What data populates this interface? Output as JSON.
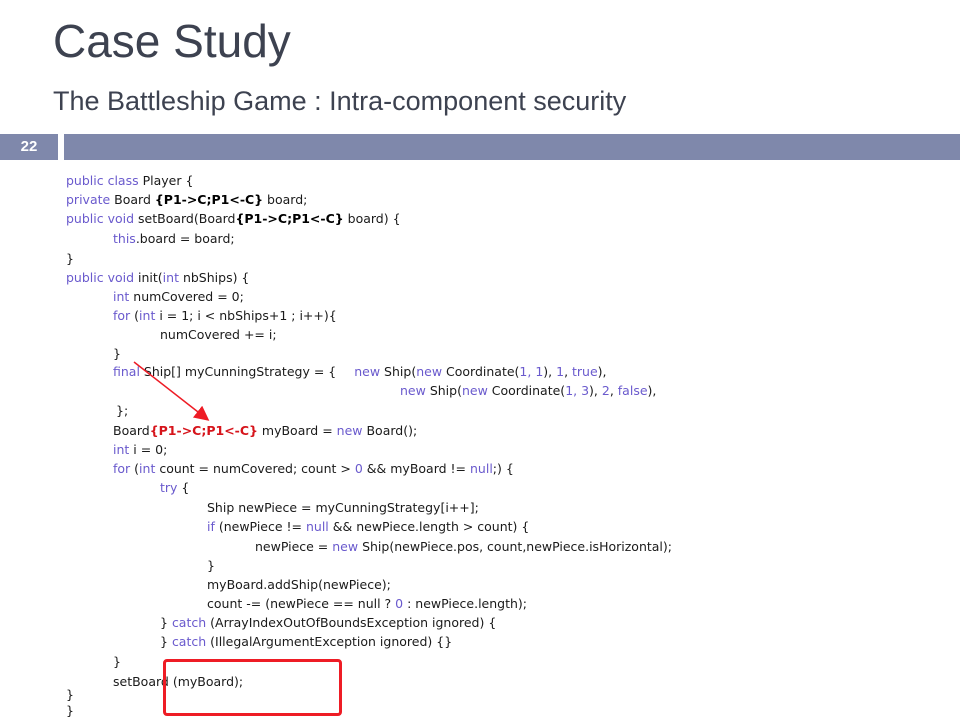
{
  "slide": {
    "title": "Case Study",
    "subtitle": "The Battleship Game : Intra-component security",
    "page_number": "22"
  },
  "code": {
    "l1": {
      "a": "public class",
      "b": " Player {"
    },
    "l2": {
      "a": "private",
      "b": " Board ",
      "label": "{P1->C;P1<-C}",
      "c": " board;"
    },
    "l3": {
      "a": "public void",
      "b": " setBoard(Board",
      "label": "{P1->C;P1<-C}",
      "c": " board) {"
    },
    "l4": {
      "a": "this",
      "b": ".board = board;"
    },
    "l5": {
      "a": "}"
    },
    "l6": {
      "a": "public void",
      "b": " init(",
      "c": "int",
      "d": " nbShips) {"
    },
    "l7": {
      "a": "int",
      "b": " numCovered = 0;"
    },
    "l8": {
      "a": "for",
      "b": " (",
      "c": "int",
      "d": " i = 1; i < nbShips+1 ; i++){"
    },
    "l9": {
      "a": "numCovered += i;"
    },
    "l10": {
      "a": "}"
    },
    "l11": {
      "a": "final",
      "b": " Ship[] myCunningStrategy = {",
      "c": "new",
      "d": " Ship(",
      "e": "new",
      "f": " Coordinate(",
      "g": "1, 1",
      "h": "), ",
      "i": "1",
      "j": ", ",
      "k": "true",
      "l": "),"
    },
    "l12": {
      "a": "new",
      "b": " Ship(",
      "c": "new",
      "d": " Coordinate(",
      "e": "1, 3",
      "f": "), ",
      "g": "2",
      "h": ", ",
      "i": "false",
      "j": "),"
    },
    "l13": {
      "a": "};"
    },
    "l14": {
      "a": "Board",
      "label": "{P1->C;P1<-C}",
      "b": " myBoard = ",
      "c": "new",
      "d": " Board();"
    },
    "l15": {
      "a": "int",
      "b": " i = ",
      "c": "0",
      "d": ";"
    },
    "l16": {
      "a": "for",
      "b": " (",
      "c": "int",
      "d": " count = numCovered; count > ",
      "e": "0",
      "f": " && myBoard != ",
      "g": "null",
      "h": ";) {"
    },
    "l17": {
      "a": "try",
      "b": " {"
    },
    "l18": {
      "a": "Ship newPiece = myCunningStrategy[i++];"
    },
    "l19": {
      "a": "if",
      "b": " (newPiece != ",
      "c": "null",
      "d": " && newPiece.length > count) {"
    },
    "l20": {
      "a": "newPiece = ",
      "b": "new",
      "c": " Ship(newPiece.pos, count,newPiece.isHorizontal);"
    },
    "l21": {
      "a": "}"
    },
    "l22": {
      "a": "myBoard.addShip(newPiece);"
    },
    "l23": {
      "a": "count -= (newPiece == null ? ",
      "b": "0",
      "c": " : newPiece.length);"
    },
    "l24": {
      "a": "} ",
      "b": "catch",
      "c": " (ArrayIndexOutOfBoundsException ignored) {"
    },
    "l25": {
      "a": "} ",
      "b": "catch",
      "c": " (IllegalArgumentException ignored) {}"
    },
    "l26": {
      "a": "}"
    },
    "l27": {
      "a": "setBoard (myBoard);"
    },
    "l28": {
      "a": "}"
    },
    "l29": {
      "a": "}"
    }
  },
  "colors": {
    "title": "#3d4250",
    "header_bar": "#7f88ab",
    "keyword": "#6a5acd",
    "highlight_label": "#d6141b",
    "highlight_box": "#ee1c25"
  }
}
